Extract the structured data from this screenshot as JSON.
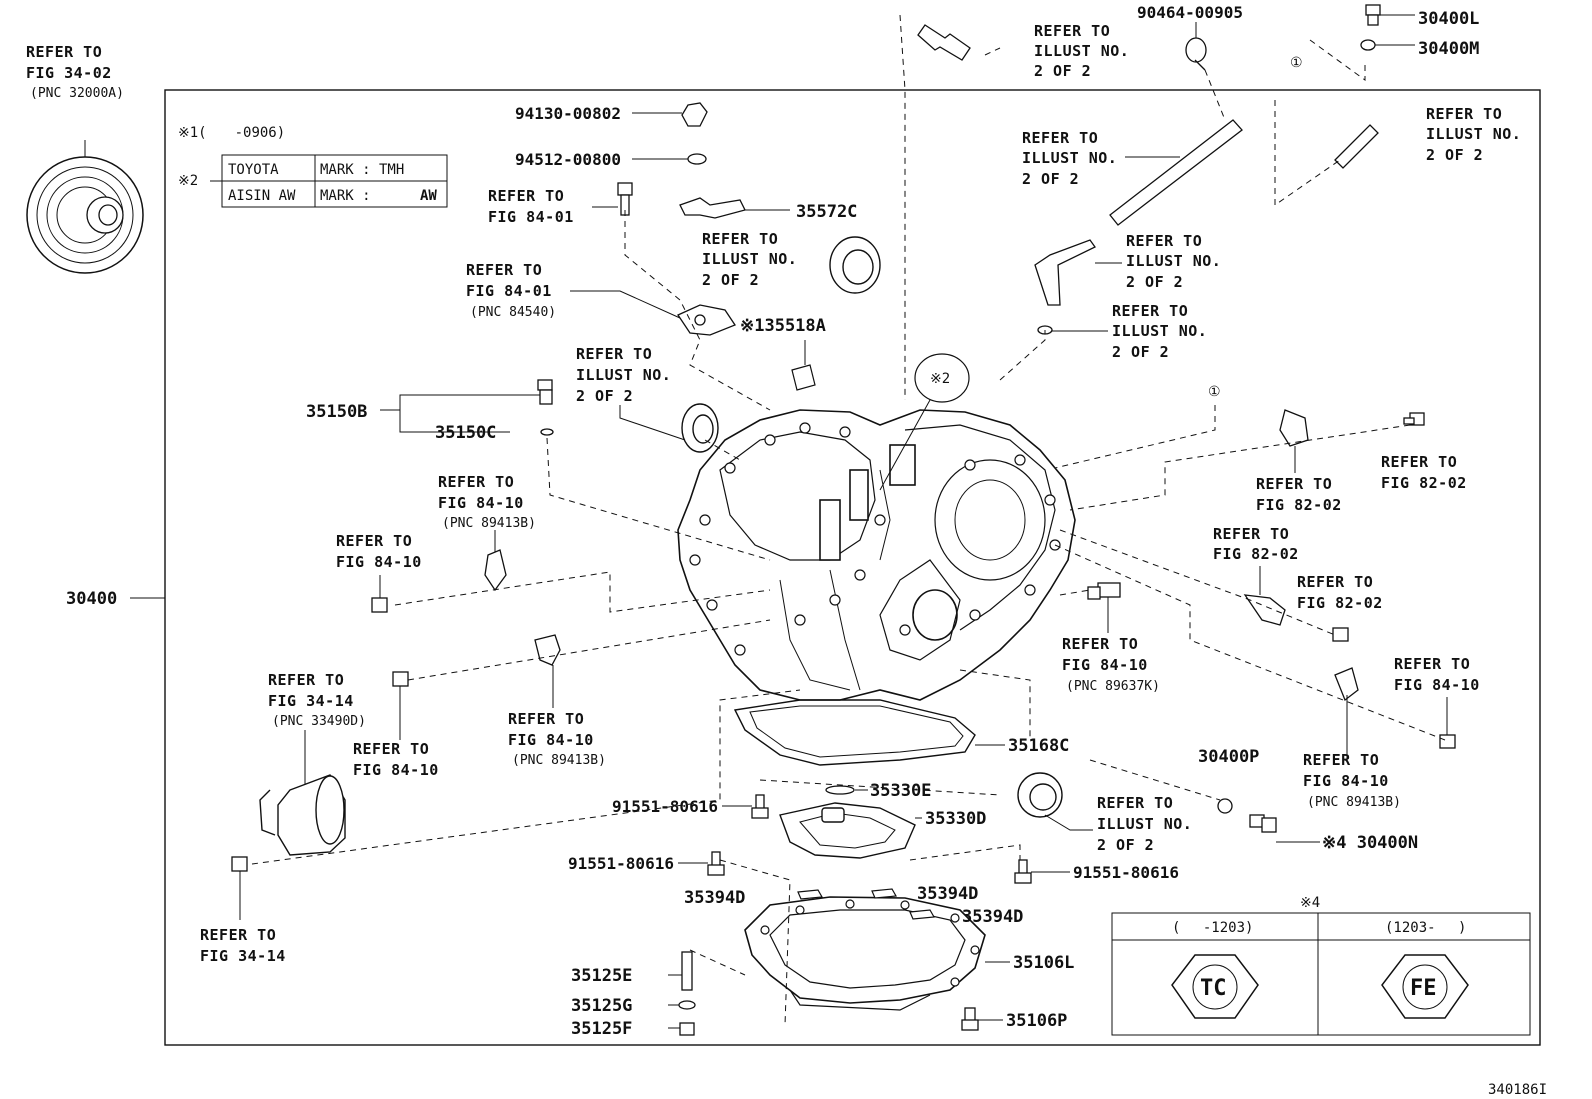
{
  "diagram_id": "340186I",
  "notes": {
    "n1": "※1(　　-0906)",
    "n2_label": "※2",
    "n2_rows": [
      [
        "TOYOTA",
        "MARK : TMH"
      ],
      [
        "AISIN AW",
        "MARK : "
      ]
    ],
    "aisin_logo": "AW",
    "n4_label": "※4",
    "n4_col1": "(　 -1203)",
    "n4_col2": "(1203-　 )",
    "n4_mark1": "TC",
    "n4_mark2": "FE"
  },
  "parts": {
    "p30400": "30400",
    "p30400L": "30400L",
    "p30400M": "30400M",
    "p30400N": "※4 30400N",
    "p30400P": "30400P",
    "p90464": "90464-00905",
    "p94130": "94130-00802",
    "p94512": "94512-00800",
    "p35572C": "35572C",
    "p35518A": "※135518A",
    "p35150B": "35150B",
    "p35150C": "35150C",
    "p35168C": "35168C",
    "p35330E": "35330E",
    "p35330D": "35330D",
    "p91551a": "91551-80616",
    "p91551b": "91551-80616",
    "p91551c": "91551-80616",
    "p35394Da": "35394D",
    "p35394Db": "35394D",
    "p35394Dc": "35394D",
    "p35106L": "35106L",
    "p35106P": "35106P",
    "p35125E": "35125E",
    "p35125G": "35125G",
    "p35125F": "35125F",
    "callout1a": "①",
    "callout1b": "①",
    "callout2": "※2"
  },
  "refs": {
    "r_fig3402": [
      "REFER TO",
      "FIG 34-02",
      "(PNC 32000A)"
    ],
    "r_illust_top": [
      "REFER TO",
      "ILLUST NO.",
      "2 OF 2"
    ],
    "r_illust_right": [
      "REFER TO",
      "ILLUST NO.",
      "2 OF 2"
    ],
    "r_illust_pipe": [
      "REFER TO",
      "ILLUST NO.",
      "2 OF 2"
    ],
    "r_illust_elbow": [
      "REFER TO",
      "ILLUST NO.",
      "2 OF 2"
    ],
    "r_illust_oring": [
      "REFER TO",
      "ILLUST NO.",
      "2 OF 2"
    ],
    "r_illust_seal": [
      "REFER TO",
      "ILLUST NO.",
      "2 OF 2"
    ],
    "r_illust_bearing": [
      "REFER TO",
      "ILLUST NO.",
      "2 OF 2"
    ],
    "r_illust_lower": [
      "REFER TO",
      "ILLUST NO.",
      "2 OF 2"
    ],
    "r_fig8401a": [
      "REFER TO",
      "FIG 84-01"
    ],
    "r_fig8401b": [
      "REFER TO",
      "FIG 84-01",
      "(PNC 84540)"
    ],
    "r_fig8410a": [
      "REFER TO",
      "FIG 84-10",
      "(PNC 89413B)"
    ],
    "r_fig8410b": [
      "REFER TO",
      "FIG 84-10"
    ],
    "r_fig8410c": [
      "REFER TO",
      "FIG 84-10",
      "(PNC 89413B)"
    ],
    "r_fig8410d": [
      "REFER TO",
      "FIG 84-10"
    ],
    "r_fig8410e": [
      "REFER TO",
      "FIG 84-10",
      "(PNC 89637K)"
    ],
    "r_fig8410f": [
      "REFER TO",
      "FIG 84-10"
    ],
    "r_fig8410g": [
      "REFER TO",
      "FIG 84-10",
      "(PNC 89413B)"
    ],
    "r_fig3414a": [
      "REFER TO",
      "FIG 34-14",
      "(PNC 33490D)"
    ],
    "r_fig3414b": [
      "REFER TO",
      "FIG 34-14"
    ],
    "r_fig8202a": [
      "REFER TO",
      "FIG 82-02"
    ],
    "r_fig8202b": [
      "REFER TO",
      "FIG 82-02"
    ],
    "r_fig8202c": [
      "REFER TO",
      "FIG 82-02"
    ],
    "r_fig8202d": [
      "REFER TO",
      "FIG 82-02"
    ]
  }
}
